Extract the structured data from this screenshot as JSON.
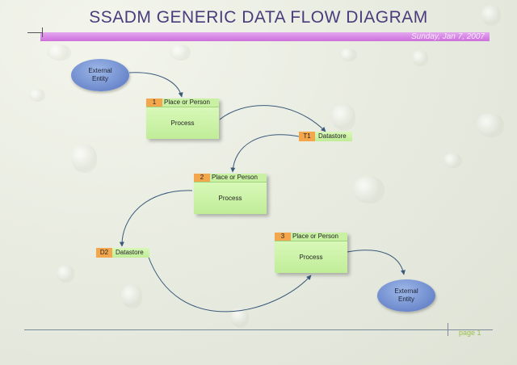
{
  "header": {
    "title": "SSADM GENERIC DATA FLOW DIAGRAM",
    "date": "Sunday, Jan 7, 2007"
  },
  "entities": [
    {
      "label": "External\nEntity"
    },
    {
      "label": "External\nEntity"
    }
  ],
  "processes": [
    {
      "number": "1",
      "title": "Place or Person",
      "body": "Process"
    },
    {
      "number": "2",
      "title": "Place or Person",
      "body": "Process"
    },
    {
      "number": "3",
      "title": "Place or Person",
      "body": "Process"
    }
  ],
  "datastores": [
    {
      "id": "T1",
      "name": "Datastore"
    },
    {
      "id": "D2",
      "name": "Datastore"
    }
  ],
  "footer": {
    "page": "page 1"
  },
  "colors": {
    "title": "#4a3c7c",
    "band": "#cc6fdc",
    "entity": "#6b88cc",
    "process_body": "#c0ed98",
    "process_number": "#f3a64c",
    "connector": "#3a5a7a"
  }
}
